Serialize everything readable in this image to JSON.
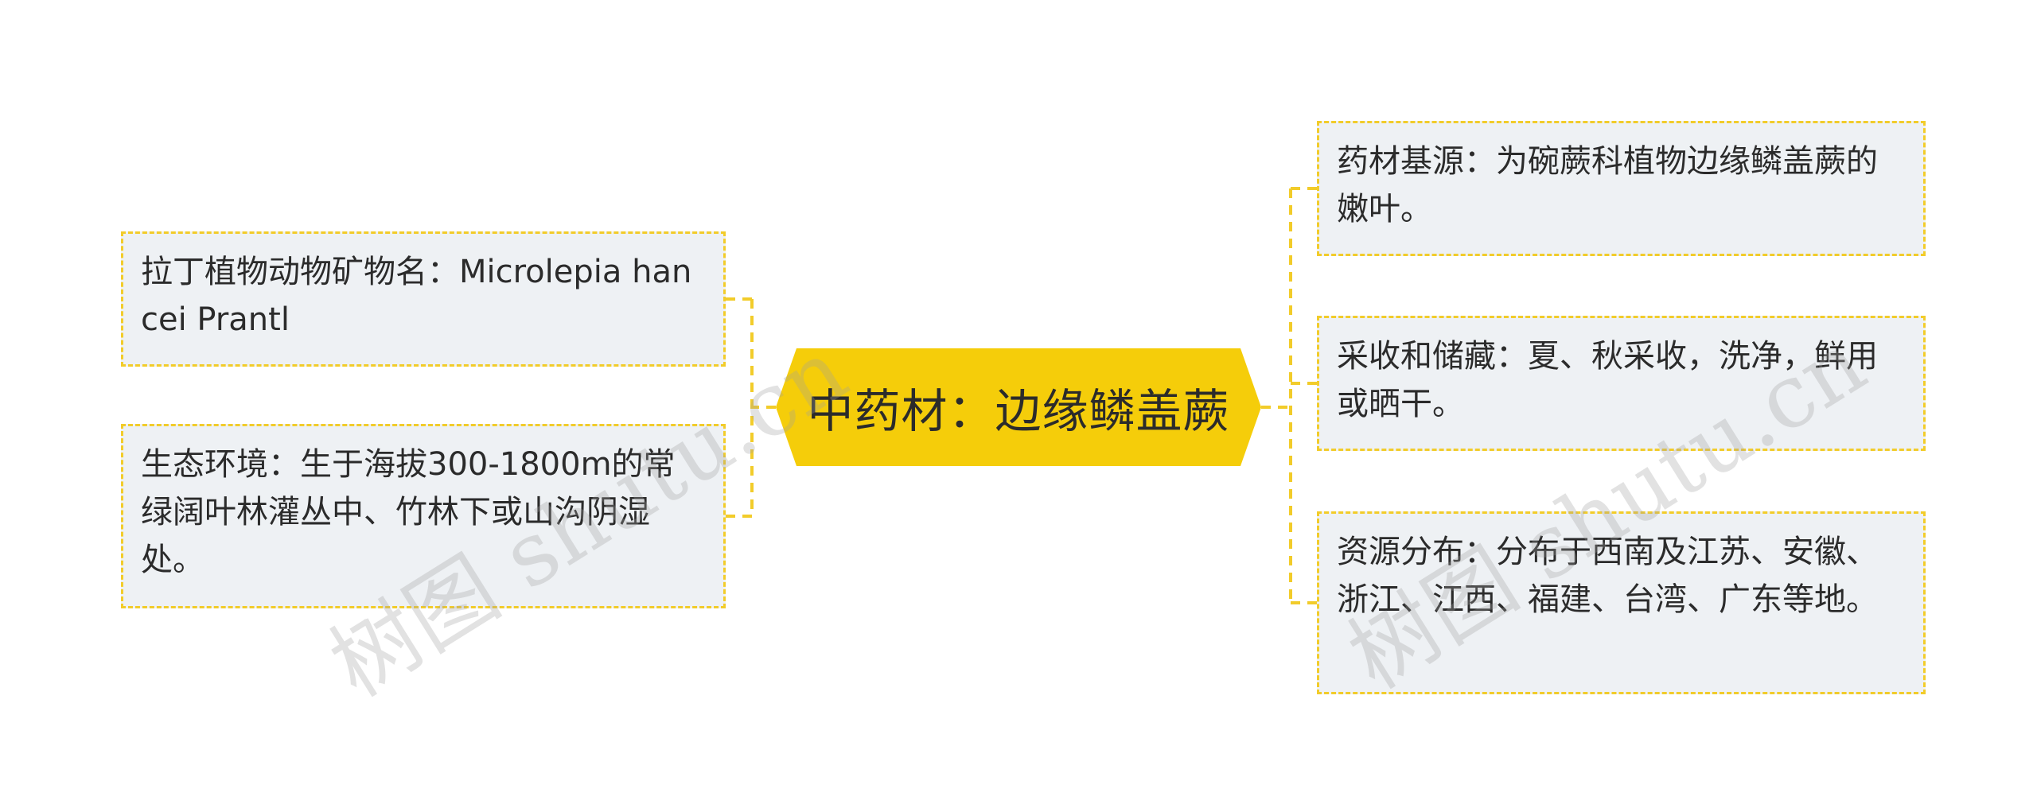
{
  "central": {
    "label": "中药材：边缘鳞盖蕨"
  },
  "left_nodes": [
    {
      "text": "拉丁植物动物矿物名：Microlepia hancei Prantl"
    },
    {
      "text": "生态环境：生于海拔300-1800m的常绿阔叶林灌丛中、竹林下或山沟阴湿处。"
    }
  ],
  "right_nodes": [
    {
      "text": "药材基源：为碗蕨科植物边缘鳞盖蕨的嫩叶。"
    },
    {
      "text": "采收和储藏：夏、秋采收，洗净，鲜用或晒干。"
    },
    {
      "text": "资源分布：分布于西南及江苏、安徽、浙江、江西、福建、台湾、广东等地。"
    }
  ],
  "watermark": "树图 shutu.cn",
  "colors": {
    "central_fill": "#f5cd0a",
    "border": "#f2cc2a",
    "node_fill": "#eef1f4",
    "connector": "#f2cc2a",
    "text": "#2b2b2b"
  }
}
